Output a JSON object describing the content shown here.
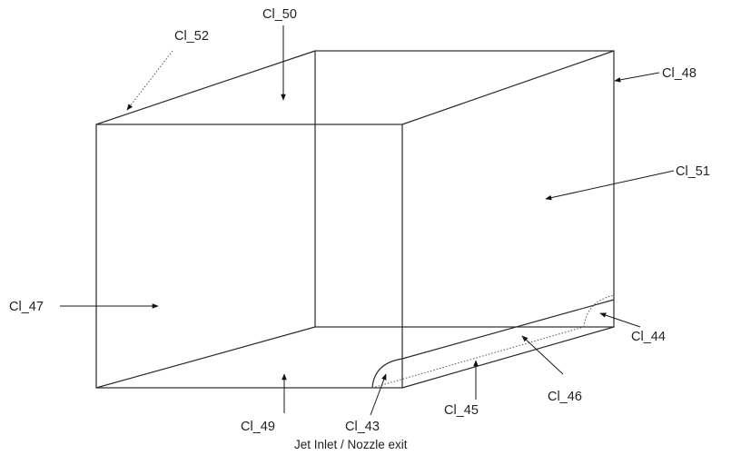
{
  "labels": {
    "cl_43": "Cl_43",
    "cl_44": "Cl_44",
    "cl_45": "Cl_45",
    "cl_46": "Cl_46",
    "cl_47": "Cl_47",
    "cl_48": "Cl_48",
    "cl_49": "Cl_49",
    "cl_50": "Cl_50",
    "cl_51": "Cl_51",
    "cl_52": "Cl_52"
  },
  "caption": "Jet Inlet / Nozzle exit"
}
